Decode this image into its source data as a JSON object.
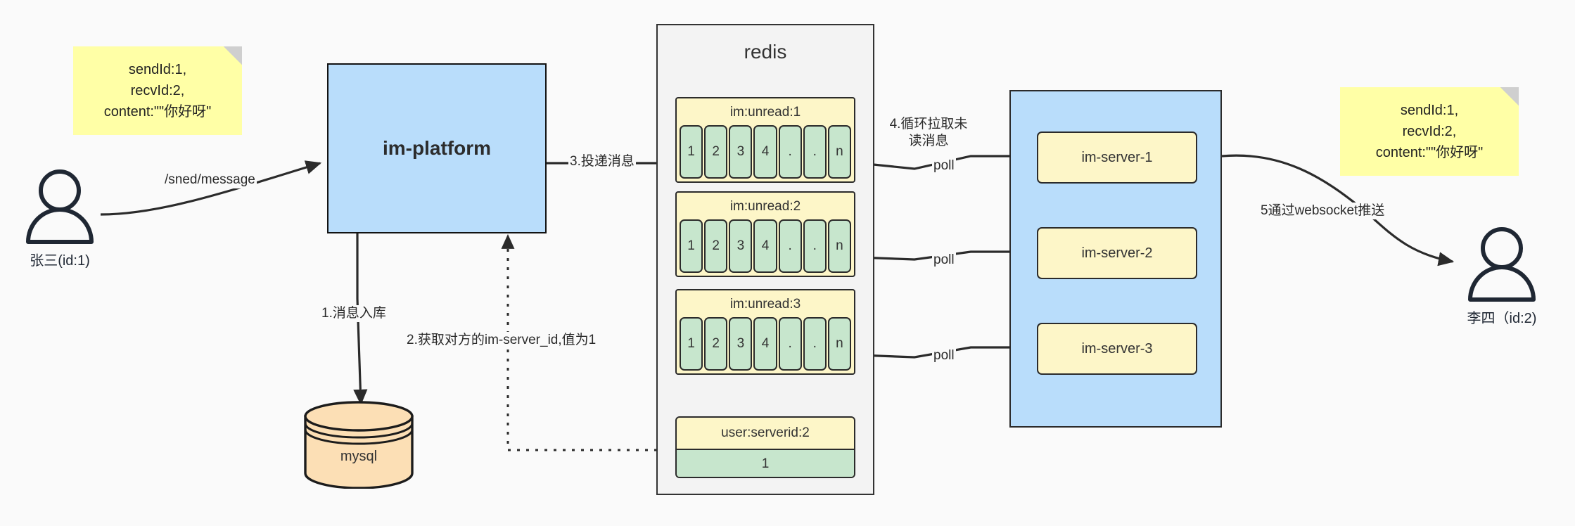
{
  "diagram": {
    "title": "IM message delivery architecture",
    "colors": {
      "note_fill": "#ffffa6",
      "process_fill": "#b9ddfb",
      "redis_container_fill": "#f3f3f3",
      "key_header_fill": "#fdf6c8",
      "cell_fill": "#c7e6cd",
      "db_fill": "#fcdfb5",
      "stroke": "#2b2b2b",
      "background": "#fafafa"
    }
  },
  "notes": {
    "left": "sendId:1,\nrecvId:2,\ncontent:\"\"你好呀\"",
    "right": "sendId:1,\nrecvId:2,\ncontent:\"\"你好呀\""
  },
  "actors": {
    "sender": {
      "label": "张三(id:1)",
      "icon": "user-icon"
    },
    "receiver": {
      "label": "李四（id:2)",
      "icon": "user-icon"
    }
  },
  "nodes": {
    "im_platform": "im-platform",
    "redis_title": "redis",
    "mysql": "mysql"
  },
  "redis": {
    "queues": [
      {
        "key": "im:unread:1",
        "cells": [
          "1",
          "2",
          "3",
          "4",
          ".",
          ".",
          "n"
        ]
      },
      {
        "key": "im:unread:2",
        "cells": [
          "1",
          "2",
          "3",
          "4",
          ".",
          ".",
          "n"
        ]
      },
      {
        "key": "im:unread:3",
        "cells": [
          "1",
          "2",
          "3",
          "4",
          ".",
          ".",
          "n"
        ]
      }
    ],
    "kv": {
      "key": "user:serverid:2",
      "value": "1"
    }
  },
  "servers": [
    {
      "label": "im-server-1"
    },
    {
      "label": "im-server-2"
    },
    {
      "label": "im-server-3"
    }
  ],
  "edges": {
    "send_message": "/sned/message",
    "step1": "1.消息入库",
    "step2": "2.获取对方的im-server_id,值为1",
    "step3": "3.投递消息",
    "step4": "4.循环拉取未读消息",
    "poll_1": "poll",
    "poll_2": "poll",
    "poll_3": "poll",
    "step5": "5通过websocket推送"
  }
}
